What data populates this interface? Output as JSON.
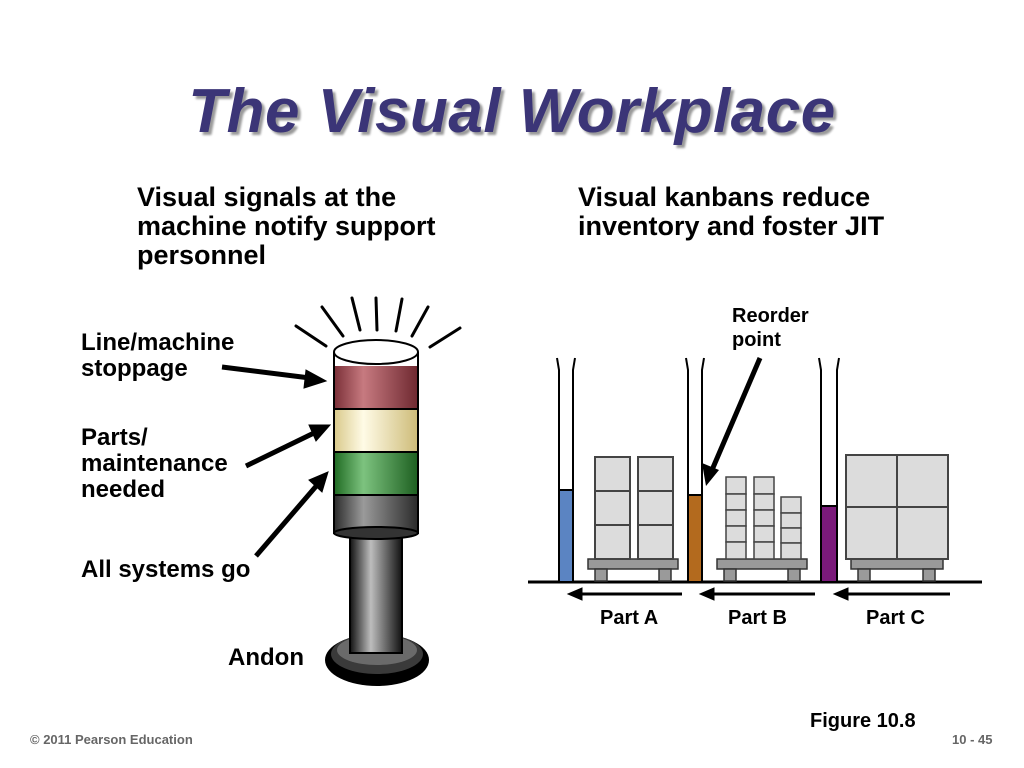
{
  "title": "The Visual Workplace",
  "left_heading": "Visual signals at the machine notify support personnel",
  "right_heading": "Visual kanbans reduce inventory and foster JIT",
  "andon": {
    "label_stoppage": "Line/machine stoppage",
    "label_parts": "Parts/ maintenance needed",
    "label_go": "All systems go",
    "label_andon": "Andon",
    "colors": {
      "red": "#a84c55",
      "yellow": "#f3e5a6",
      "green": "#3a8e3c",
      "gray": "#555555"
    }
  },
  "kanban": {
    "reorder_label": "Reorder point",
    "parts": [
      "Part A",
      "Part B",
      "Part C"
    ],
    "fill_colors": [
      "#5b84c2",
      "#b36a1e",
      "#7a1a7a"
    ]
  },
  "figure_label": "Figure 10.8",
  "footer_left": "© 2011 Pearson Education",
  "footer_right": "10 - 45"
}
